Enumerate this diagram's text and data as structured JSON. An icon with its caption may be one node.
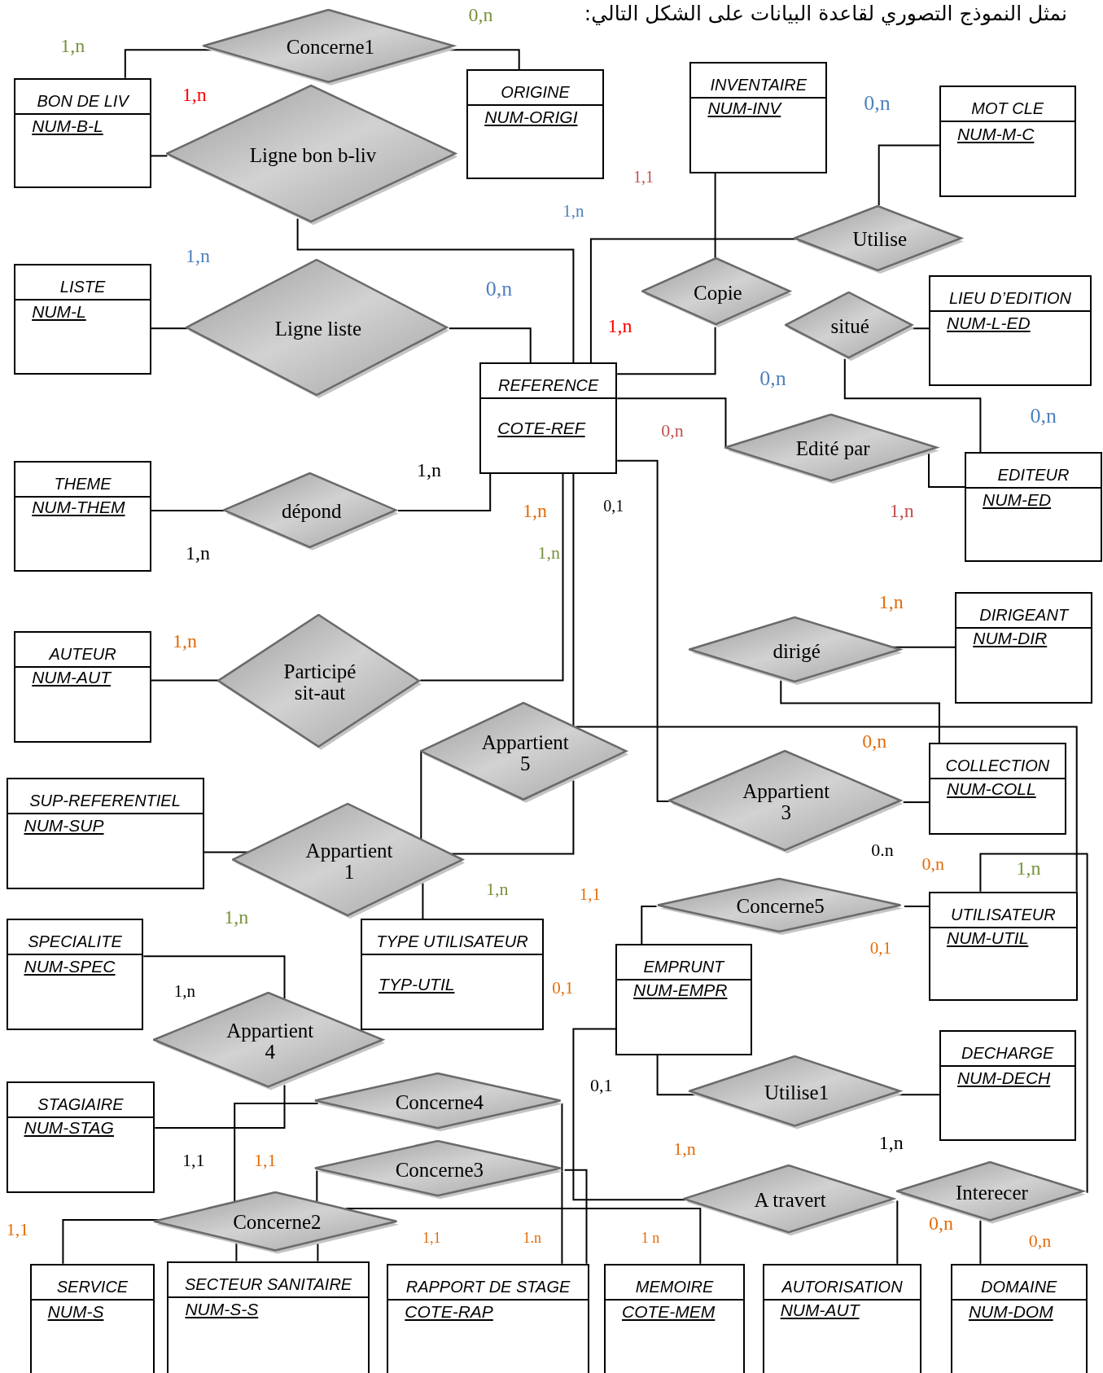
{
  "diagram": {
    "title": "نمثل النموذج التصوري لقاعدة البيانات على الشكل التالي:",
    "nodes": [
      {
        "text": [
          "BON DE LIV",
          "NUM-B-L"
        ]
      },
      {
        "text": [
          "Concerne1"
        ]
      },
      {
        "text": [
          "ORIGINE",
          "NUM-ORIGI"
        ]
      },
      {
        "text": [
          "INVENTAIRE",
          "NUM-INV"
        ]
      },
      {
        "text": [
          "MOT CLE",
          "NUM-M-C"
        ]
      },
      {
        "text": [
          "Ligne bon b-liv"
        ]
      },
      {
        "text": [
          "Utilise"
        ]
      },
      {
        "text": [
          "LISTE",
          "NUM-L"
        ]
      },
      {
        "text": [
          "Ligne liste"
        ]
      },
      {
        "text": [
          "Copie"
        ]
      },
      {
        "text": [
          "situé"
        ]
      },
      {
        "text": [
          "LIEU D’EDITION",
          "NUM-L-ED"
        ]
      },
      {
        "text": [
          "REFERENCE",
          "COTE-REF"
        ]
      },
      {
        "text": [
          "Edité par"
        ]
      },
      {
        "text": [
          "EDITEUR",
          "NUM-ED"
        ]
      },
      {
        "text": [
          "THEME",
          "NUM-THEM"
        ]
      },
      {
        "text": [
          "dépond"
        ]
      },
      {
        "text": [
          "DIRIGEANT",
          "NUM-DIR"
        ]
      },
      {
        "text": [
          "dirigé"
        ]
      },
      {
        "text": [
          "AUTEUR",
          "NUM-AUT"
        ]
      },
      {
        "text": [
          "Participé sit-aut"
        ]
      },
      {
        "text": [
          "Appartient 5"
        ]
      },
      {
        "text": [
          "COLLECTION",
          "NUM-COLL"
        ]
      },
      {
        "text": [
          "Appartient 3"
        ]
      },
      {
        "text": [
          "SUP-REFERENTIEL",
          "NUM-SUP"
        ]
      },
      {
        "text": [
          "Appartient 1"
        ]
      },
      {
        "text": [
          "Concerne5"
        ]
      },
      {
        "text": [
          "UTILISATEUR",
          "NUM-UTIL"
        ]
      },
      {
        "text": [
          "SPECIALITE",
          "NUM-SPEC"
        ]
      },
      {
        "text": [
          "TYPE UTILISATEUR",
          "TYP-UTIL"
        ]
      },
      {
        "text": [
          "EMPRUNT",
          "NUM-EMPR"
        ]
      },
      {
        "text": [
          "Appartient 4"
        ]
      },
      {
        "text": [
          "DECHARGE",
          "NUM-DECH"
        ]
      },
      {
        "text": [
          "Utilise1"
        ]
      },
      {
        "text": [
          "STAGIAIRE",
          "NUM-STAG"
        ]
      },
      {
        "text": [
          "Concerne4"
        ]
      },
      {
        "text": [
          "Concerne3"
        ]
      },
      {
        "text": [
          "A travert"
        ]
      },
      {
        "text": [
          "Interecer"
        ]
      },
      {
        "text": [
          "Concerne2"
        ]
      },
      {
        "text": [
          "SERVICE",
          "NUM-S"
        ]
      },
      {
        "text": [
          "SECTEUR SANITAIRE",
          "NUM-S-S"
        ]
      },
      {
        "text": [
          "RAPPORT DE STAGE",
          "COTE-RAP"
        ]
      },
      {
        "text": [
          "MEMOIRE",
          "COTE-MEM"
        ]
      },
      {
        "text": [
          "AUTORISATION",
          "NUM-AUT"
        ]
      },
      {
        "text": [
          "DOMAINE",
          "NUM-DOM"
        ]
      }
    ],
    "edges": [
      {
        "from": 0,
        "to": 1,
        "arrow": "none"
      },
      {
        "from": 1,
        "to": 2,
        "arrow": "none"
      },
      {
        "from": 0,
        "to": 5,
        "arrow": "none"
      },
      {
        "from": 5,
        "to": 12,
        "arrow": "none"
      },
      {
        "from": 7,
        "to": 8,
        "arrow": "none"
      },
      {
        "from": 8,
        "to": 12,
        "arrow": "none"
      },
      {
        "from": 3,
        "to": 9,
        "arrow": "none"
      },
      {
        "from": 9,
        "to": 12,
        "arrow": "none"
      },
      {
        "from": 6,
        "to": 12,
        "arrow": "none"
      },
      {
        "from": 6,
        "to": 4,
        "arrow": "none"
      },
      {
        "from": 10,
        "to": 11,
        "arrow": "none"
      },
      {
        "from": 10,
        "to": 14,
        "arrow": "none"
      },
      {
        "from": 12,
        "to": 13,
        "arrow": "none"
      },
      {
        "from": 13,
        "to": 14,
        "arrow": "none"
      },
      {
        "from": 12,
        "to": 16,
        "arrow": "none"
      },
      {
        "from": 15,
        "to": 16,
        "arrow": "none"
      },
      {
        "from": 12,
        "to": 20,
        "arrow": "none"
      },
      {
        "from": 19,
        "to": 20,
        "arrow": "none"
      },
      {
        "from": 12,
        "to": 23,
        "arrow": "none"
      },
      {
        "from": 23,
        "to": 22,
        "arrow": "none"
      },
      {
        "from": 18,
        "to": 17,
        "arrow": "none"
      },
      {
        "from": 18,
        "to": 22,
        "arrow": "none"
      },
      {
        "from": 12,
        "to": 21,
        "arrow": "none"
      },
      {
        "from": 25,
        "to": 21,
        "arrow": "none"
      },
      {
        "from": 21,
        "to": 27,
        "arrow": "none"
      },
      {
        "from": 24,
        "to": 25,
        "arrow": "none"
      },
      {
        "from": 25,
        "to": 29,
        "arrow": "none"
      },
      {
        "from": 28,
        "to": 31,
        "arrow": "none"
      },
      {
        "from": 34,
        "to": 31,
        "arrow": "none"
      },
      {
        "from": 35,
        "to": 39,
        "arrow": "none"
      },
      {
        "from": 35,
        "to": 42,
        "arrow": "none"
      },
      {
        "from": 36,
        "to": 39,
        "arrow": "none"
      },
      {
        "from": 36,
        "to": 42,
        "arrow": "none"
      },
      {
        "from": 39,
        "to": 40,
        "arrow": "none"
      },
      {
        "from": 39,
        "to": 43,
        "arrow": "none"
      },
      {
        "from": 26,
        "to": 30,
        "arrow": "none"
      },
      {
        "from": 26,
        "to": 27,
        "arrow": "none"
      },
      {
        "from": 27,
        "to": 38,
        "arrow": "none"
      },
      {
        "from": 30,
        "to": 33,
        "arrow": "none"
      },
      {
        "from": 33,
        "to": 32,
        "arrow": "none"
      },
      {
        "from": 30,
        "to": 37,
        "arrow": "none"
      },
      {
        "from": 37,
        "to": 44,
        "arrow": "none"
      },
      {
        "from": 38,
        "to": 45,
        "arrow": "none"
      },
      {
        "from": 21,
        "to": 25,
        "arrow": "none"
      },
      {
        "from": 39,
        "to": 41,
        "arrow": "none"
      },
      {
        "from": 39,
        "to": 41,
        "arrow": "none"
      }
    ],
    "labels": [
      "0,n",
      "1,n",
      "1,n",
      "0,n",
      "1,1",
      "1,n",
      "1,n",
      "0,n",
      "1,n",
      "0,n",
      "0,n",
      "0,n",
      "1,n",
      "0,1",
      "1,n",
      "1,n",
      "1,n",
      "1,n",
      "1,n",
      "1,n",
      "0,n",
      "0.n",
      "0,n",
      "1,n",
      "1,n",
      "1,1",
      "1,n",
      "0,1",
      "0,1",
      "1,n",
      "0,1",
      "1,n",
      "1,n",
      "1,1",
      "1,1",
      "0,n",
      "1,1",
      "1,1",
      "1.n",
      "1 n",
      "0,n"
    ]
  }
}
